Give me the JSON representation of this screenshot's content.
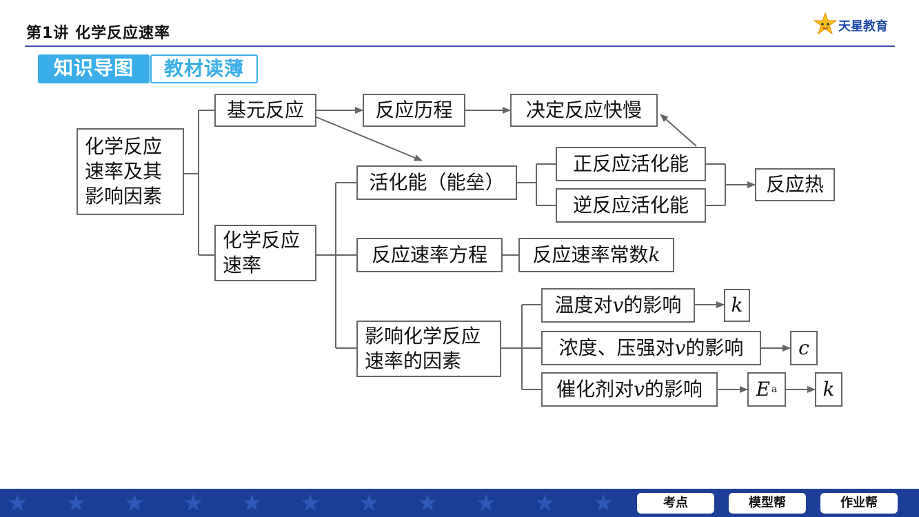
{
  "header": {
    "title": "第1讲  化学反应速率",
    "logo_text": "天星教育"
  },
  "tabs": {
    "active": "知识导图",
    "inactive": "教材读薄"
  },
  "diagram": {
    "root": "化学反应速率及其影响因素",
    "elementary_reaction": "基元反应",
    "reaction_path": "反应历程",
    "determines_speed": "决定反应快慢",
    "activation_energy": "活化能（能垒）",
    "forward_activation_energy": "正反应活化能",
    "reverse_activation_energy": "逆反应活化能",
    "reaction_heat": "反应热",
    "reaction_rate": "化学反应速率",
    "rate_equation": "反应速率方程",
    "rate_constant": "反应速率常数",
    "rate_constant_symbol": "k",
    "influencing_factors": "影响化学反应速率的因素",
    "temperature_effect_prefix": "温度对",
    "temperature_effect_suffix": "的影响",
    "concentration_effect_prefix": "浓度、压强对",
    "concentration_effect_suffix": "的影响",
    "catalyst_effect_prefix": "催化剂对",
    "catalyst_effect_suffix": "的影响",
    "v_symbol": "v",
    "k_symbol": "k",
    "c_symbol": "c",
    "ea_symbol": "E",
    "ea_subscript": "a"
  },
  "footer": {
    "btn1": "考点",
    "btn2": "模型帮",
    "btn3": "作业帮"
  },
  "colors": {
    "accent": "#3aaee8",
    "header_line": "#3b4ea5",
    "footer_bg": "#1c3e96",
    "logo_text": "#1f4aa8",
    "line": "#666666"
  }
}
